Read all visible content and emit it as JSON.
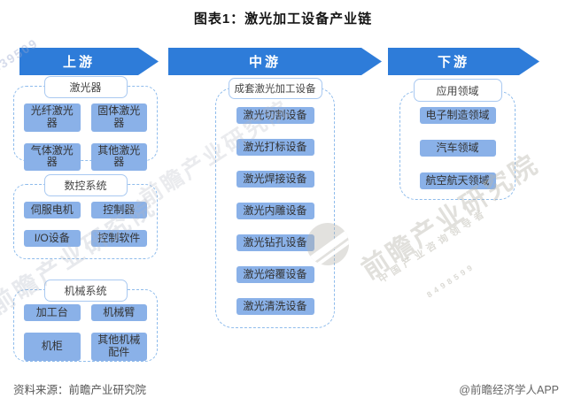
{
  "title": "图表1：激光加工设备产业链",
  "stages": [
    {
      "label": "上游"
    },
    {
      "label": "中游"
    },
    {
      "label": "下游"
    }
  ],
  "upstream": {
    "groups": [
      {
        "header": "激光器",
        "items": [
          "光纤激光器",
          "固体激光器",
          "气体激光器",
          "其他激光器"
        ]
      },
      {
        "header": "数控系统",
        "items": [
          "伺服电机",
          "控制器",
          "I/O设备",
          "控制软件"
        ]
      },
      {
        "header": "机械系统",
        "items": [
          "加工台",
          "机械臂",
          "机柜",
          "其他机械配件"
        ]
      }
    ]
  },
  "midstream": {
    "header": "成套激光加工设备",
    "items": [
      "激光切割设备",
      "激光打标设备",
      "激光焊接设备",
      "激光内雕设备",
      "激光钻孔设备",
      "激光熔覆设备",
      "激光清洗设备"
    ]
  },
  "downstream": {
    "header": "应用领域",
    "items": [
      "电子制造领域",
      "汽车领域",
      "航空航天领域"
    ]
  },
  "footer": {
    "source": "资料来源：前瞻产业研究院",
    "credit": "@前瞻经济学人APP"
  },
  "watermarks": {
    "brand": "前瞻产业研究院",
    "tagline": "中国产业咨询领导者",
    "corner_digits": "839509",
    "side_digits": "8498599"
  },
  "colors": {
    "arrow": "#2e7cd9",
    "block": "#8ab1e8",
    "dash": "#8fbcec",
    "hborder": "#a9c9f1"
  }
}
